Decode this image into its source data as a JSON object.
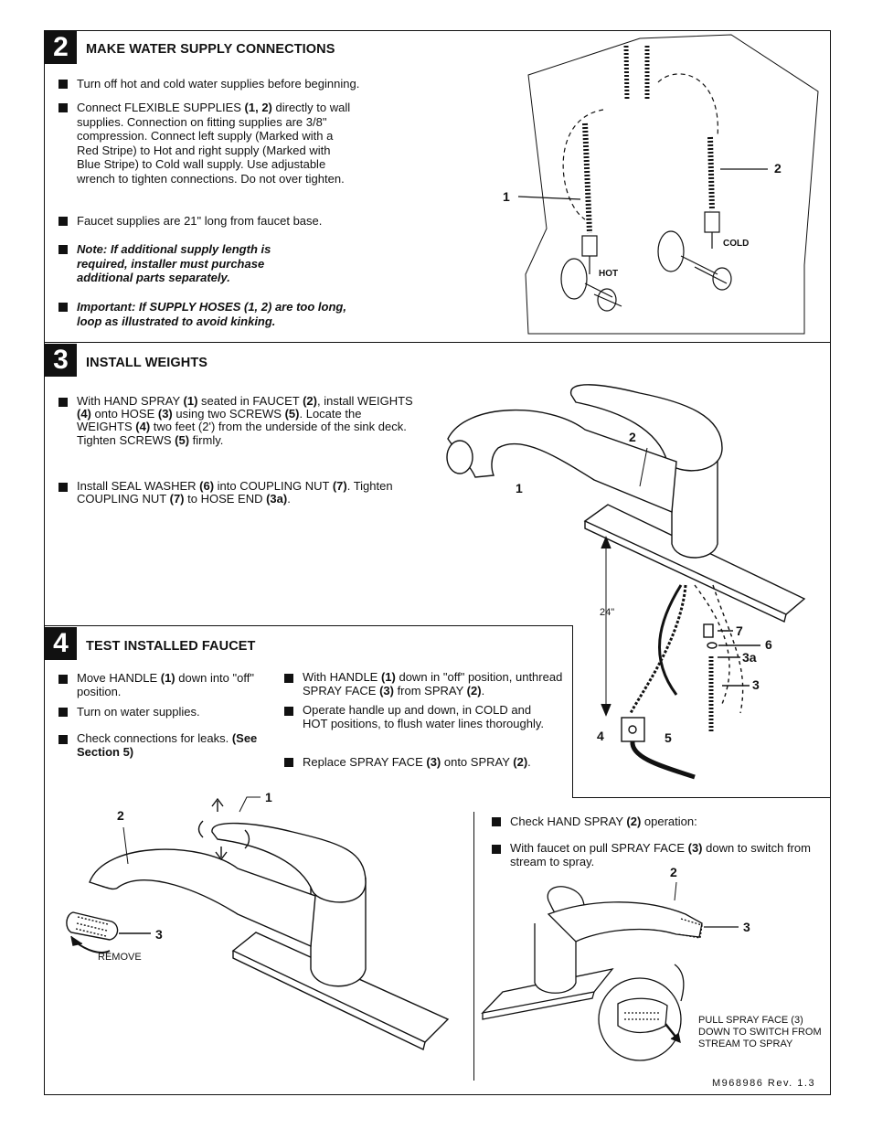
{
  "section2": {
    "number": "2",
    "title": "MAKE WATER SUPPLY CONNECTIONS",
    "bullets": [
      "Turn off hot and cold water supplies before beginning.",
      "Connect FLEXIBLE SUPPLIES (1, 2) directly to wall supplies. Connection on fitting supplies are 3/8\" compression. Connect left supply (Marked with a Red Stripe) to Hot and right supply (Marked with Blue Stripe) to Cold wall supply. Use adjustable wrench to tighten connections. Do not over tighten.",
      "Faucet supplies are 21\" long from faucet base.",
      "Note: If additional supply length is required, installer must purchase additional parts separately.",
      "Important: If SUPPLY HOSES (1, 2) are too long, loop as illustrated to avoid kinking."
    ],
    "labels": {
      "l1": "1",
      "l2": "2",
      "hot": "HOT",
      "cold": "COLD"
    }
  },
  "section3": {
    "number": "3",
    "title": "INSTALL WEIGHTS",
    "bullets": [
      "With HAND SPRAY (1) seated in FAUCET (2), install WEIGHTS (4) onto HOSE (3) using two SCREWS (5). Locate the WEIGHTS (4) two feet (2') from the underside of the sink deck. Tighten SCREWS (5) firmly.",
      "Install SEAL WASHER (6) into COUPLING NUT (7). Tighten COUPLING NUT (7) to HOSE END (3a)."
    ],
    "labels": {
      "l1": "1",
      "l2": "2",
      "dim": "24\"",
      "l7": "7",
      "l6": "6",
      "l3a": "3a",
      "l3": "3",
      "l4": "4",
      "l5": "5"
    }
  },
  "section4": {
    "number": "4",
    "title": "TEST INSTALLED FAUCET",
    "left_bullets": [
      "Move HANDLE (1) down into \"off\" position.",
      "Turn on water supplies.",
      "Check connections for leaks. (See Section 5)"
    ],
    "right_bullets": [
      "With HANDLE (1) down in \"off\" position, unthread SPRAY FACE (3) from SPRAY (2).",
      "Operate handle up and down, in COLD and HOT positions, to flush water lines thoroughly.",
      "Replace SPRAY FACE (3) onto SPRAY (2)."
    ],
    "left_labels": {
      "l1": "1",
      "l2": "2",
      "l3": "3",
      "remove": "REMOVE"
    },
    "spray_bullets": [
      "Check HAND SPRAY (2) operation:",
      "With faucet on pull SPRAY FACE (3) down to switch from stream to spray."
    ],
    "right_labels": {
      "l2": "2",
      "l3": "3",
      "pull": "PULL SPRAY FACE (3) DOWN TO SWITCH FROM STREAM TO SPRAY"
    }
  },
  "footer": {
    "doc_id": "M968986 Rev. 1.3"
  }
}
